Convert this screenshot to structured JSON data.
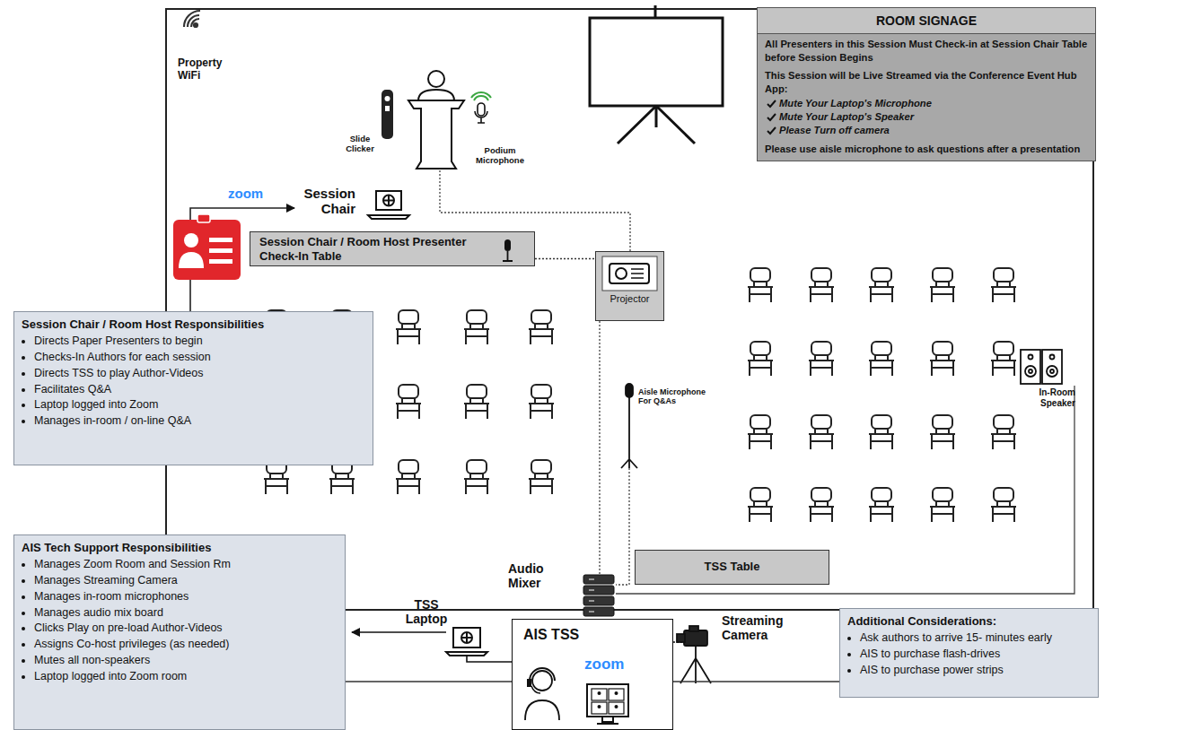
{
  "diagram": {
    "nodes": [
      {
        "text": [
          "ROOM SIGNAGE",
          "All Presenters in this Session Must Check-in at Session Chair Table before Session Begins",
          "This Session will be Live Streamed via the Conference Event Hub App:",
          "Mute Your Laptop's Microphone",
          "Mute Your Laptop's Speaker",
          "Please Turn off camera",
          "Please use aisle microphone to ask questions after a presentation"
        ]
      },
      {
        "text": [
          "Session Chair / Room Host Presenter Check-In Table"
        ]
      },
      {
        "text": [
          "Session Chair / Room Host Responsibilities",
          "Directs Paper Presenters to begin",
          "Checks-In Authors for each session",
          "Directs TSS to play Author-Videos",
          "Facilitates Q&A",
          "Laptop logged into Zoom",
          "Manages in-room / on-line Q&A"
        ]
      },
      {
        "text": [
          "Projector"
        ]
      },
      {
        "text": [
          "TSS Table"
        ]
      },
      {
        "text": [
          "AIS TSS",
          "zoom"
        ]
      },
      {
        "text": [
          "AIS Tech Support Responsibilities",
          "Manages Zoom Room and Session Rm",
          "Manages Streaming Camera",
          "Manages in-room microphones",
          "Manages audio mix board",
          "Clicks Play on pre-load Author-Videos",
          "Assigns Co-host privileges (as needed)",
          "Mutes all non-speakers",
          "Laptop logged into Zoom room"
        ]
      },
      {
        "text": [
          "Additional Considerations:",
          "Ask authors to arrive 15- minutes early",
          "AIS to purchase flash-drives",
          "AIS to purchase power strips"
        ]
      }
    ],
    "edges": [
      {
        "from": 1,
        "to": 3,
        "arrow": "none"
      },
      {
        "from": 6,
        "to": 5,
        "arrow": "none"
      },
      {
        "from": 5,
        "to": 7,
        "arrow": "none"
      }
    ],
    "labels": [
      "Property WiFi",
      "Slide Clicker",
      "Podium Microphone",
      "zoom",
      "Session Chair",
      "Aisle Microphone For Q&As",
      "In-Room Speaker",
      "Audio Mixer",
      "TSS Laptop",
      "Streaming Camera"
    ]
  }
}
